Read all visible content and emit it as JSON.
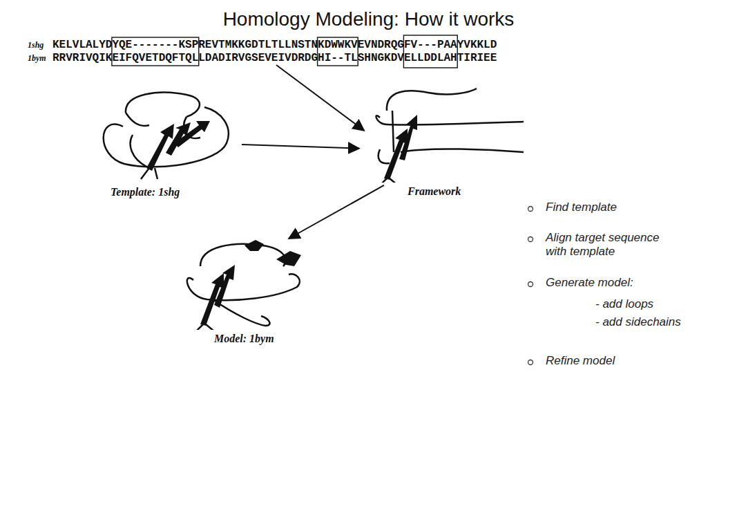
{
  "diagram": {
    "title": "Homology Modeling: How it works",
    "nodes": [
      {
        "text": [
          "1shg",
          "KELVLALYDYQE-------KSPREVTMKKGDTLTLLNSTNKDWWKVEVNDRQGFV---PAAYVKKLD",
          "1bym",
          "RRVRIVQIKEIFQVETDQFTQLLDADIRVGSEVEIVDRDGHI--TLSHNGKDVELLDDLAHTIRIEE"
        ]
      },
      {
        "text": [
          "Template: 1shg"
        ]
      },
      {
        "text": [
          "Framework"
        ]
      },
      {
        "text": [
          "Model: 1bym"
        ]
      }
    ],
    "edges": [
      {
        "from": 0,
        "to": 2,
        "arrow": "to"
      },
      {
        "from": 1,
        "to": 2,
        "arrow": "to"
      },
      {
        "from": 2,
        "to": 3,
        "arrow": "to"
      }
    ],
    "labels": [
      "Find template",
      "Align target sequence with template",
      "Generate model:",
      "- add loops",
      "- add sidechains",
      "Refine model"
    ]
  }
}
